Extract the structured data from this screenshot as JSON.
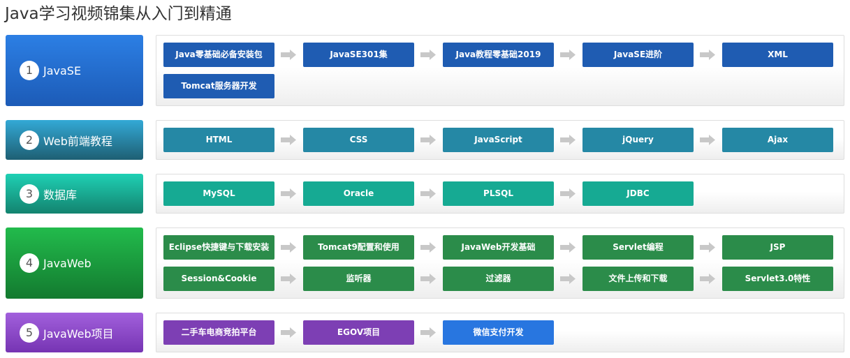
{
  "page": {
    "title": "Java学习视频锦集从入门到精通"
  },
  "sections": [
    {
      "number": "1",
      "label": "JavaSE",
      "rows": [
        [
          "Java零基础必备安装包",
          "JavaSE301集",
          "Java教程零基础2019",
          "JavaSE进阶",
          "XML"
        ],
        [
          "Tomcat服务器开发"
        ]
      ]
    },
    {
      "number": "2",
      "label": "Web前端教程",
      "rows": [
        [
          "HTML",
          "CSS",
          "JavaScript",
          "jQuery",
          "Ajax"
        ]
      ]
    },
    {
      "number": "3",
      "label": "数据库",
      "rows": [
        [
          "MySQL",
          "Oracle",
          "PLSQL",
          "JDBC"
        ]
      ]
    },
    {
      "number": "4",
      "label": "JavaWeb",
      "rows": [
        [
          "Eclipse快捷键与下载安装",
          "Tomcat9配置和使用",
          "JavaWeb开发基础",
          "Servlet编程",
          "JSP"
        ],
        [
          "Session&Cookie",
          "监听器",
          "过滤器",
          "文件上传和下载",
          "Servlet3.0特性"
        ]
      ]
    },
    {
      "number": "5",
      "label": "JavaWeb项目",
      "rows": [
        [
          "二手车电商竞拍平台",
          "EGOV项目",
          "微信支付开发"
        ]
      ]
    }
  ],
  "colors": {
    "arrow": "#c8c8c8",
    "javase_item": "#1f5cb2",
    "web_item": "#2588a5",
    "db_item": "#16aa93",
    "javaweb_item": "#2b8c4a",
    "project_item": "#7d3fb4",
    "project_highlight_item": "#2876e0"
  }
}
